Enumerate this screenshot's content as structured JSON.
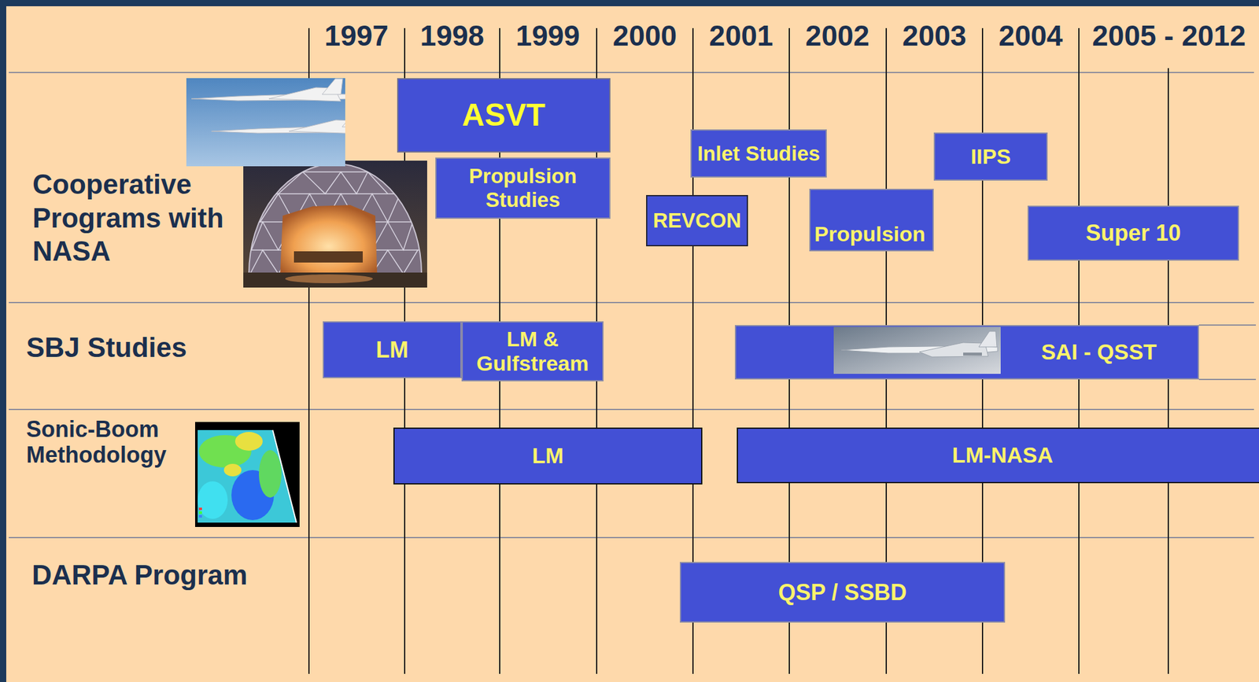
{
  "diagram": {
    "nodes": [
      {
        "text": [
          "ASVT"
        ]
      },
      {
        "text": [
          "Inlet Studies"
        ]
      },
      {
        "text": [
          "IIPS"
        ]
      },
      {
        "text": [
          "Propulsion Studies"
        ]
      },
      {
        "text": [
          "REVCON"
        ]
      },
      {
        "text": [
          "Propulsion"
        ]
      },
      {
        "text": [
          "Super 10"
        ]
      },
      {
        "text": [
          "LM"
        ]
      },
      {
        "text": [
          "LM & Gulfstream"
        ]
      },
      {
        "text": [
          "SAI - QSST"
        ]
      },
      {
        "text": [
          "LM"
        ]
      },
      {
        "text": [
          "LM-NASA"
        ]
      },
      {
        "text": [
          "QSP / SSBD"
        ]
      }
    ],
    "labels": [
      "1997",
      "1998",
      "1999",
      "2000",
      "2001",
      "2002",
      "2003",
      "2004",
      "2005 - 2012",
      "Cooperative Programs with NASA",
      "SBJ Studies",
      "Sonic-Boom Methodology",
      "DARPA Program"
    ]
  }
}
